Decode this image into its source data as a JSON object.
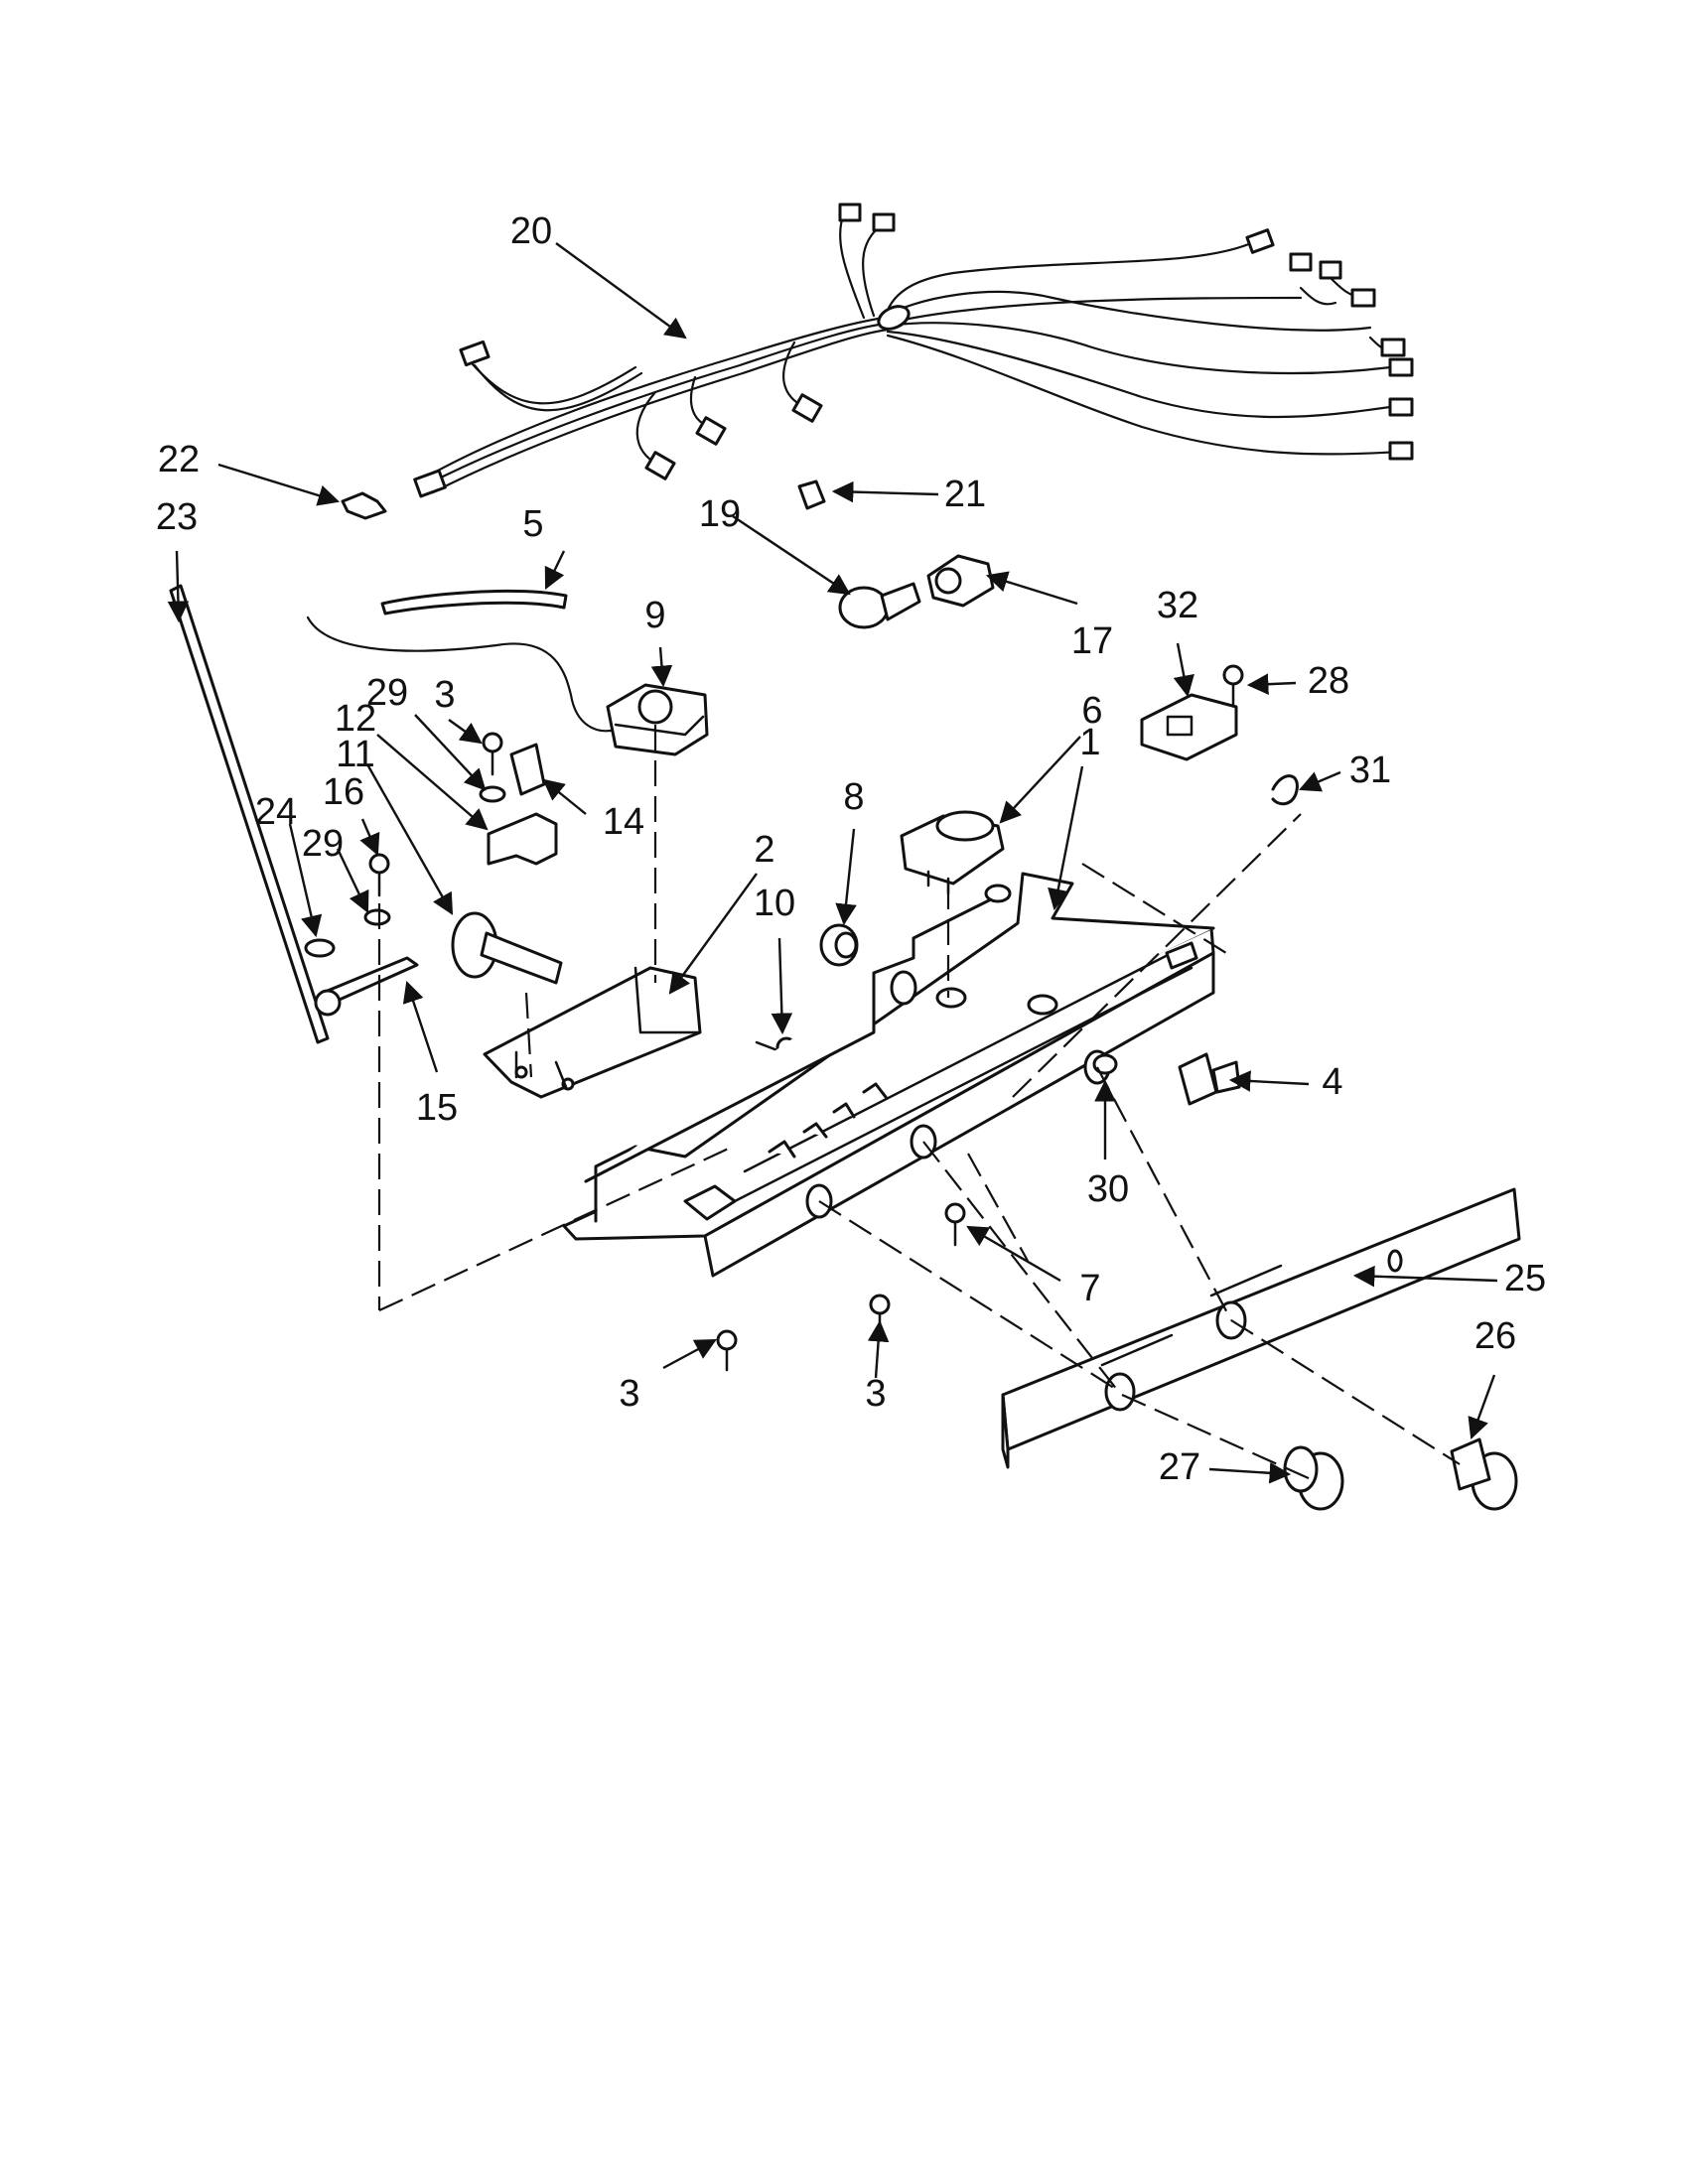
{
  "colors": {
    "ink": "#111111",
    "paper": "#ffffff"
  },
  "callouts": [
    {
      "label": "1"
    },
    {
      "label": "2"
    },
    {
      "label": "3"
    },
    {
      "label": "3"
    },
    {
      "label": "3"
    },
    {
      "label": "4"
    },
    {
      "label": "5"
    },
    {
      "label": "6"
    },
    {
      "label": "7"
    },
    {
      "label": "8"
    },
    {
      "label": "9"
    },
    {
      "label": "10"
    },
    {
      "label": "11"
    },
    {
      "label": "12"
    },
    {
      "label": "14"
    },
    {
      "label": "15"
    },
    {
      "label": "16"
    },
    {
      "label": "17"
    },
    {
      "label": "19"
    },
    {
      "label": "20"
    },
    {
      "label": "21"
    },
    {
      "label": "22"
    },
    {
      "label": "23"
    },
    {
      "label": "24"
    },
    {
      "label": "25"
    },
    {
      "label": "26"
    },
    {
      "label": "27"
    },
    {
      "label": "28"
    },
    {
      "label": "29"
    },
    {
      "label": "29"
    },
    {
      "label": "30"
    },
    {
      "label": "31"
    },
    {
      "label": "32"
    }
  ]
}
